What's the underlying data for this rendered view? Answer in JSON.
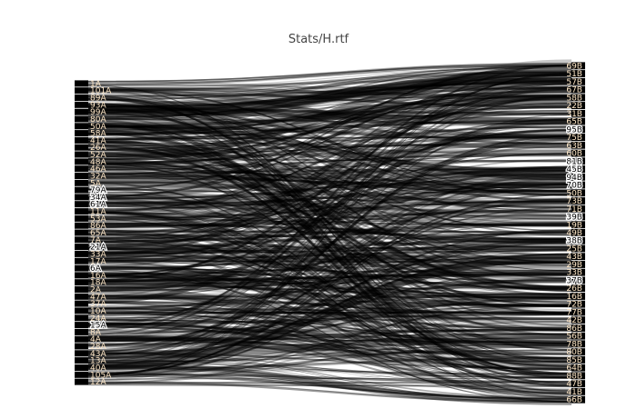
{
  "chart_data": {
    "type": "sankey",
    "title": "Stats/H.rtf",
    "left_nodes": [
      "1A",
      "101A",
      "89A",
      "93A",
      "99A",
      "80A",
      "50A",
      "58A",
      "41A",
      "26A",
      "52A",
      "48A",
      "46A",
      "32A",
      "5A",
      "79A",
      "34A",
      "61A",
      "11A",
      "53A",
      "86A",
      "65A",
      "7A",
      "21A",
      "33A",
      "17A",
      "6A",
      "16A",
      "18A",
      "2A",
      "47A",
      "37A",
      "10A",
      "24A",
      "15A",
      "8A",
      "4A",
      "28A",
      "43A",
      "13A",
      "40A",
      "105A",
      "12A"
    ],
    "right_nodes": [
      "69B",
      "51B",
      "57B",
      "67B",
      "58B",
      "22B",
      "31B",
      "65B",
      "95B",
      "75B",
      "63B",
      "60B",
      "81B",
      "45B",
      "94B",
      "70B",
      "50B",
      "73B",
      "71B",
      "39B",
      "19B",
      "49B",
      "38B",
      "25B",
      "43B",
      "29B",
      "33B",
      "37B",
      "26B",
      "16B",
      "72B",
      "77B",
      "42B",
      "86B",
      "56B",
      "78B",
      "80B",
      "85B",
      "64B",
      "88B",
      "47B",
      "41B",
      "66B"
    ],
    "legible_left": [
      "79A",
      "34A",
      "61A",
      "21A",
      "6A",
      "15A"
    ],
    "legible_right": [
      "95B",
      "81B",
      "45B",
      "94B",
      "70B",
      "39B",
      "38B",
      "37B"
    ],
    "link_count": 600,
    "link_color": "#000000",
    "node_color": "#000000",
    "label_color": "#ffe8c8"
  }
}
